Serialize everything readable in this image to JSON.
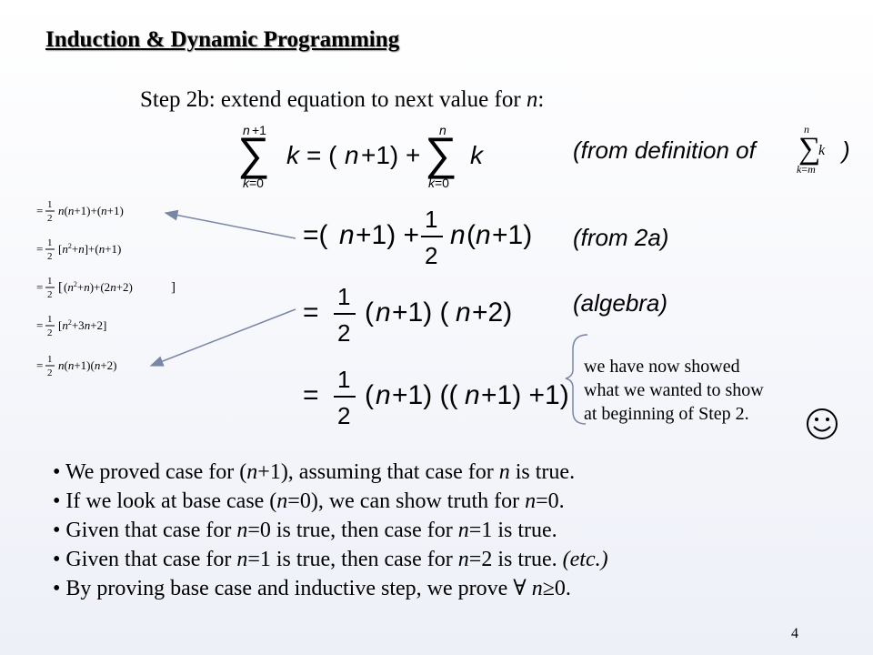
{
  "slide": {
    "title_part1": "Induction",
    "title_part2": " & Dynamic Programming",
    "step_text_prefix": "Step 2b: extend equation to next value for ",
    "step_text_var": "n",
    "step_text_suffix": ":",
    "notes": {
      "from_definition_prefix": "(from definition of",
      "from_definition_suffix": ")",
      "from_2a": "(from 2a)",
      "algebra": "(algebra)"
    },
    "side_note": [
      "we have now showed",
      "what we wanted to show",
      "at beginning of Step 2."
    ],
    "bullets": [
      {
        "parts": [
          {
            "t": "We proved case for ("
          },
          {
            "t": "n",
            "i": true
          },
          {
            "t": "+1), assuming that case for "
          },
          {
            "t": "n",
            "i": true
          },
          {
            "t": " is true."
          }
        ]
      },
      {
        "parts": [
          {
            "t": "If we look at base case ("
          },
          {
            "t": "n",
            "i": true
          },
          {
            "t": "=0), we can show truth for "
          },
          {
            "t": "n",
            "i": true
          },
          {
            "t": "=0."
          }
        ]
      },
      {
        "parts": [
          {
            "t": "Given that case for "
          },
          {
            "t": "n",
            "i": true
          },
          {
            "t": "=0 is true, then case for "
          },
          {
            "t": "n",
            "i": true
          },
          {
            "t": "=1 is true."
          }
        ]
      },
      {
        "parts": [
          {
            "t": "Given that case for "
          },
          {
            "t": "n",
            "i": true
          },
          {
            "t": "=1 is true, then case for "
          },
          {
            "t": "n",
            "i": true
          },
          {
            "t": "=2 is true. "
          },
          {
            "t": "(etc.)",
            "i": true
          }
        ]
      },
      {
        "parts": [
          {
            "t": "By proving base case and inductive step, we prove ∀ "
          },
          {
            "t": "n",
            "i": true
          },
          {
            "t": "≥0."
          }
        ]
      }
    ],
    "page_number": "4"
  }
}
